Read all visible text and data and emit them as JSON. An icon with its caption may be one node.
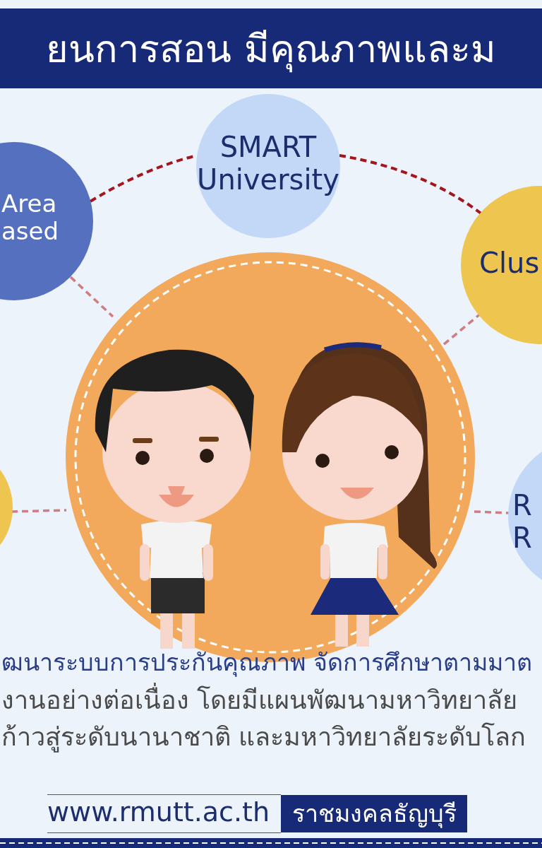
{
  "diagram": {
    "title": "ยนการสอน มีคุณภาพและม",
    "nodes": [
      {
        "text": [
          "SMART University"
        ]
      },
      {
        "text": [
          "Area ased"
        ]
      },
      {
        "text": [
          "Clus"
        ]
      },
      {
        "text": [],
        "shape": "picture"
      },
      {
        "text": [],
        "shape": "circle"
      },
      {
        "text": [
          "R R"
        ]
      }
    ],
    "edges": [
      {
        "from": 1,
        "to": 0,
        "arrow": "none",
        "style": "dashed",
        "color": "#a3161d"
      },
      {
        "from": 0,
        "to": 2,
        "arrow": "none",
        "style": "dashed",
        "color": "#a3161d"
      },
      {
        "from": 1,
        "to": 3,
        "arrow": "none",
        "style": "dashed"
      },
      {
        "from": 2,
        "to": 3,
        "arrow": "none",
        "style": "dashed"
      },
      {
        "from": 4,
        "to": 3,
        "arrow": "none",
        "style": "dashed"
      },
      {
        "from": 3,
        "to": 5,
        "arrow": "none",
        "style": "dashed"
      }
    ],
    "labels": [
      "ฒนาระบบการประกันคุณภาพ จัดการศึกษาตามมาต",
      "งานอย่างต่อเนื่อง โดยมีแผนพัฒนามหาวิทยาลัย",
      "ก้าวสู่ระดับนานาชาติ และมหาวิทยาลัยระดับโลก",
      "www.rmutt.ac.th",
      "ราชมงคลธัญบุรี"
    ]
  }
}
